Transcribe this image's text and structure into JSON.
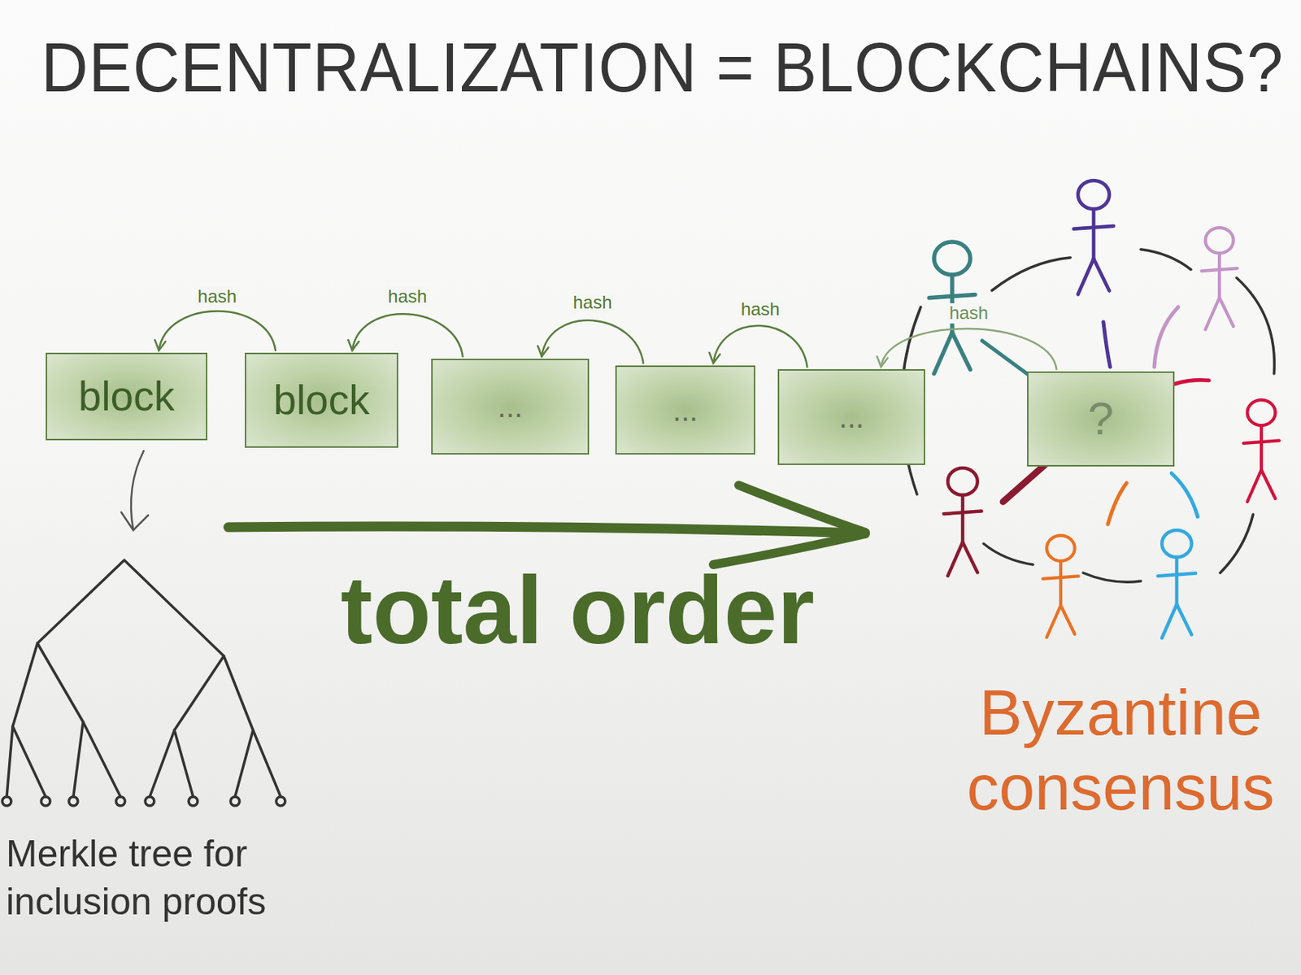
{
  "diagram": {
    "title": "DECENTRALIZATION = BLOCKCHAINS?",
    "nodes": [
      {
        "text": [
          "block"
        ]
      },
      {
        "text": [
          "block"
        ]
      },
      {
        "text": [
          "..."
        ]
      },
      {
        "text": [
          "..."
        ]
      },
      {
        "text": [
          "..."
        ]
      },
      {
        "text": [
          "?"
        ]
      }
    ],
    "edges": [
      {
        "from": 1,
        "to": 0,
        "label": "hash",
        "arrow": "to"
      },
      {
        "from": 2,
        "to": 1,
        "label": "hash",
        "arrow": "to"
      },
      {
        "from": 3,
        "to": 2,
        "label": "hash",
        "arrow": "to"
      },
      {
        "from": 4,
        "to": 3,
        "label": "hash",
        "arrow": "to"
      },
      {
        "from": 5,
        "to": 4,
        "label": "hash",
        "arrow": "to"
      }
    ],
    "labels": [
      "Merkle tree for inclusion proofs",
      "total order",
      "Byzantine consensus"
    ]
  }
}
